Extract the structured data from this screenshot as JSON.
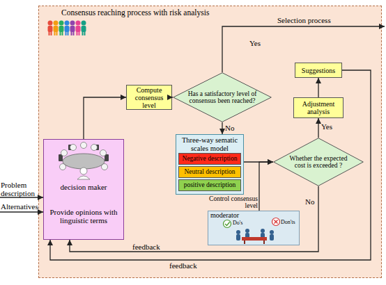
{
  "diagram": {
    "nodes": [
      {
        "text": [
          "Consensus reaching process with risk analysis"
        ]
      },
      {
        "text": [
          "decision maker",
          "Provide opinions with linguistic terms"
        ],
        "in": 0
      },
      {
        "text": [
          "Compute consensus level"
        ],
        "in": 0
      },
      {
        "text": [
          "Has a satisfactory level of consensus been reached?"
        ],
        "in": 0
      },
      {
        "text": [
          "Three-way sematic scales model"
        ],
        "in": 0
      },
      {
        "text": [
          "Negative description"
        ],
        "in": 4
      },
      {
        "text": [
          "Neutral description"
        ],
        "in": 4
      },
      {
        "text": [
          "positive description"
        ],
        "in": 4
      },
      {
        "text": [
          "Whether the expected cost is exceeded ?"
        ],
        "in": 0
      },
      {
        "text": [
          "Adjustment analysis"
        ],
        "in": 0
      },
      {
        "text": [
          "Suggestions"
        ],
        "in": 0
      },
      {
        "text": [
          "moderator",
          "Do's",
          "Don'ts"
        ],
        "in": 0
      }
    ],
    "edges": [
      {
        "from": 1,
        "to": 2,
        "arrow": "to"
      },
      {
        "from": 2,
        "to": 3,
        "arrow": "to"
      },
      {
        "from": 3,
        "to": 4,
        "arrow": "to",
        "label": "No"
      },
      {
        "from": 4,
        "to": 8,
        "arrow": "to"
      },
      {
        "from": 11,
        "to": 8,
        "arrow": "to",
        "label": "Control consensus level"
      },
      {
        "from": 8,
        "to": 9,
        "arrow": "to",
        "label": "Yes"
      },
      {
        "from": 9,
        "to": 10,
        "arrow": "to"
      },
      {
        "from": 10,
        "to": 1,
        "arrow": "to",
        "label": "feedback"
      },
      {
        "from": 8,
        "to": 1,
        "arrow": "to",
        "label": "No"
      }
    ],
    "labels": [
      "Problem description",
      "Alternatives",
      "Yes",
      "Selection process",
      "feedback"
    ]
  }
}
